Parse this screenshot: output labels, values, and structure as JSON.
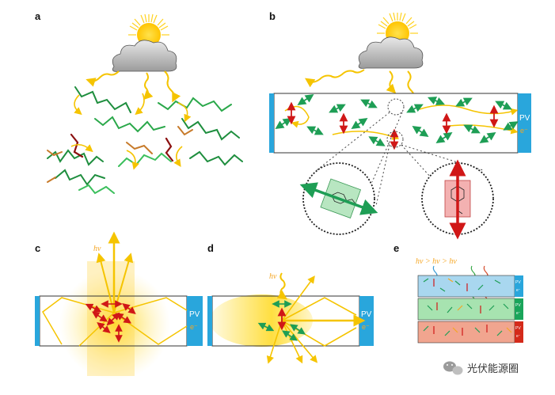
{
  "panels": {
    "a": {
      "label": "a"
    },
    "b": {
      "label": "b",
      "pv": "PV",
      "electron": "e⁻"
    },
    "c": {
      "label": "c",
      "hv": "hν",
      "pv": "PV",
      "electron": "e⁻"
    },
    "d": {
      "label": "d",
      "hv": "hν",
      "pv": "PV",
      "electron": "e⁻"
    },
    "e": {
      "label": "e",
      "hv_order": "hν > hν > hν",
      "layers": [
        {
          "pv": "PV",
          "electron": "e⁻",
          "color": "#a9d7ef"
        },
        {
          "pv": "PV",
          "electron": "e⁻",
          "color": "#a7e3b0"
        },
        {
          "pv": "PV",
          "electron": "e⁻",
          "color": "#f1a58f"
        }
      ]
    }
  },
  "watermark": "光伏能源圈",
  "colors": {
    "sun": "#ffd21f",
    "photon": "#f5c400",
    "edge": "#29a6dc",
    "green_dipole": "#1e9e55",
    "red_dipole": "#d01717",
    "cloud": "#bdbdbd"
  },
  "icons": [
    "sun-icon",
    "cloud-icon",
    "dye-molecule-green-icon",
    "dye-molecule-red-icon",
    "wechat-icon"
  ]
}
